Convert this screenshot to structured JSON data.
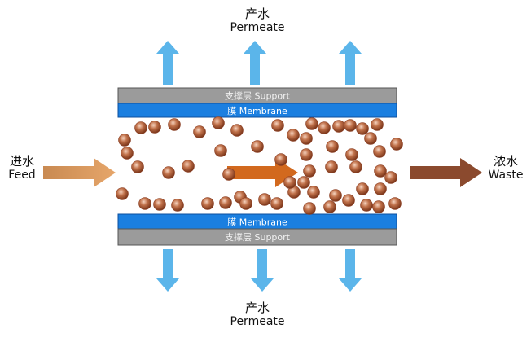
{
  "labels": {
    "permeate_top": {
      "zh": "产水",
      "en": "Permeate"
    },
    "permeate_bottom": {
      "zh": "产水",
      "en": "Permeate"
    },
    "feed": {
      "zh": "进水",
      "en": "Feed"
    },
    "waste": {
      "zh": "浓水",
      "en": "Waste"
    }
  },
  "layers": {
    "support_top": "支撑层 Support",
    "membrane_top": "膜 Membrane",
    "membrane_bottom": "膜 Membrane",
    "support_bottom": "支撑层 Support"
  },
  "colors": {
    "membrane": "#1b7fe0",
    "support": "#9b9b9b",
    "permeate_arrow": "#5bb5ea",
    "feed_arrow": "#d89a5c",
    "flow_arrow": "#d2691e",
    "waste_arrow": "#8b4a2e",
    "particle": "#8a3d22"
  }
}
